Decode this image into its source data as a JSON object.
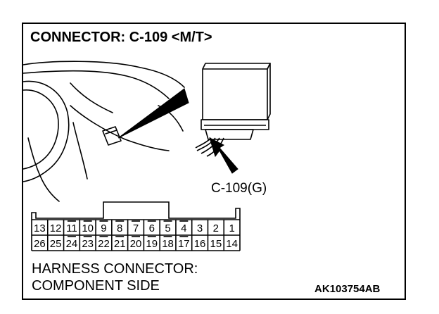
{
  "title": "CONNECTOR: C-109 <M/T>",
  "callout_label": "C-109(G)",
  "caption": {
    "line1": "HARNESS CONNECTOR:",
    "line2": "COMPONENT SIDE"
  },
  "figure_code": "AK103754AB",
  "connector": {
    "top_row": [
      "13",
      "12",
      "11",
      "10",
      "9",
      "8",
      "7",
      "6",
      "5",
      "4",
      "3",
      "2",
      "1"
    ],
    "bottom_row": [
      "26",
      "25",
      "24",
      "23",
      "22",
      "21",
      "20",
      "19",
      "18",
      "17",
      "16",
      "15",
      "14"
    ]
  },
  "colors": {
    "line": "#000000",
    "background": "#ffffff"
  }
}
